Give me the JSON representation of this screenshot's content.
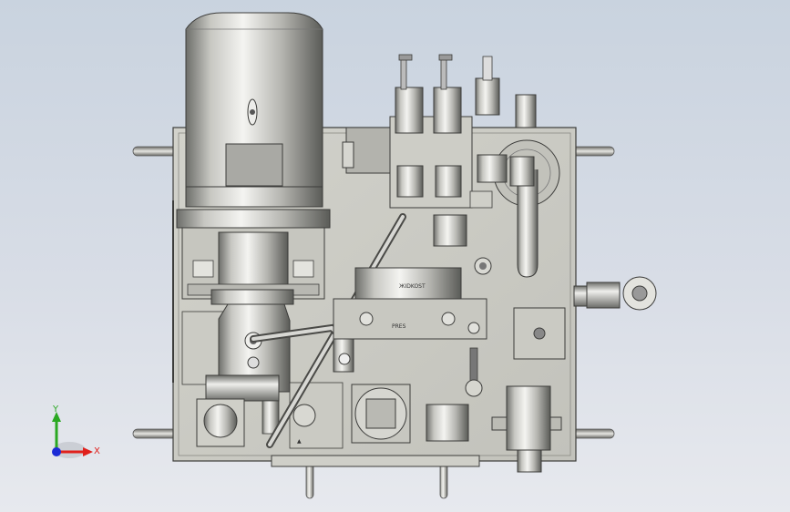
{
  "triad": {
    "x_label": "X",
    "y_label": "Y",
    "x_color": "#e0201c",
    "y_color": "#2aa822",
    "z_color": "#1c2bd6"
  },
  "colors": {
    "background_top": "#c9d3df",
    "panel": "#c9c9c2",
    "metal_light": "#eaeae6",
    "metal_dark": "#5f605c"
  },
  "labels": {
    "sight_glass_text": "ЖIDKOST",
    "label_strip_text": "PRES",
    "nameplate_text": "▲"
  }
}
